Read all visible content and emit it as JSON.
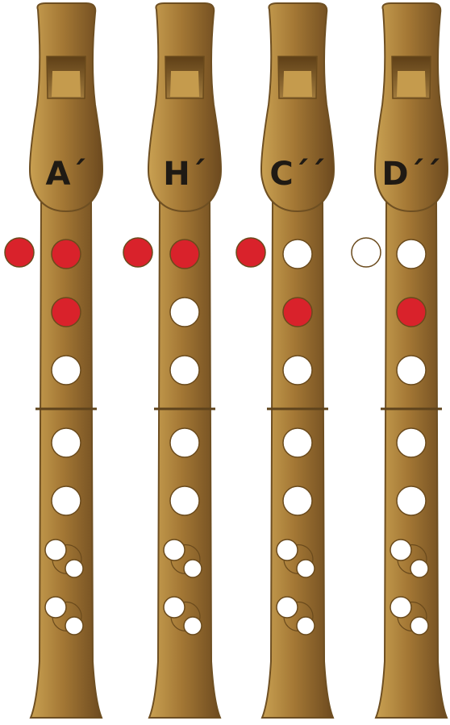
{
  "colors": {
    "wood_light": "#b38b3e",
    "wood_dark": "#7a5525",
    "wood_outline": "#6e4f22",
    "hole_open": "#ffffff",
    "hole_closed": "#d9222b",
    "label": "#1f1a14"
  },
  "recorders": [
    {
      "note": "A´",
      "thumb": "closed",
      "holes": [
        "closed",
        "closed",
        "open",
        "open",
        "open",
        "open",
        "open"
      ]
    },
    {
      "note": "H´",
      "thumb": "closed",
      "holes": [
        "closed",
        "open",
        "open",
        "open",
        "open",
        "open",
        "open"
      ]
    },
    {
      "note": "C´´",
      "thumb": "closed",
      "holes": [
        "open",
        "closed",
        "open",
        "open",
        "open",
        "open",
        "open"
      ]
    },
    {
      "note": "D´´",
      "thumb": "open",
      "holes": [
        "open",
        "closed",
        "open",
        "open",
        "open",
        "open",
        "open"
      ]
    }
  ]
}
